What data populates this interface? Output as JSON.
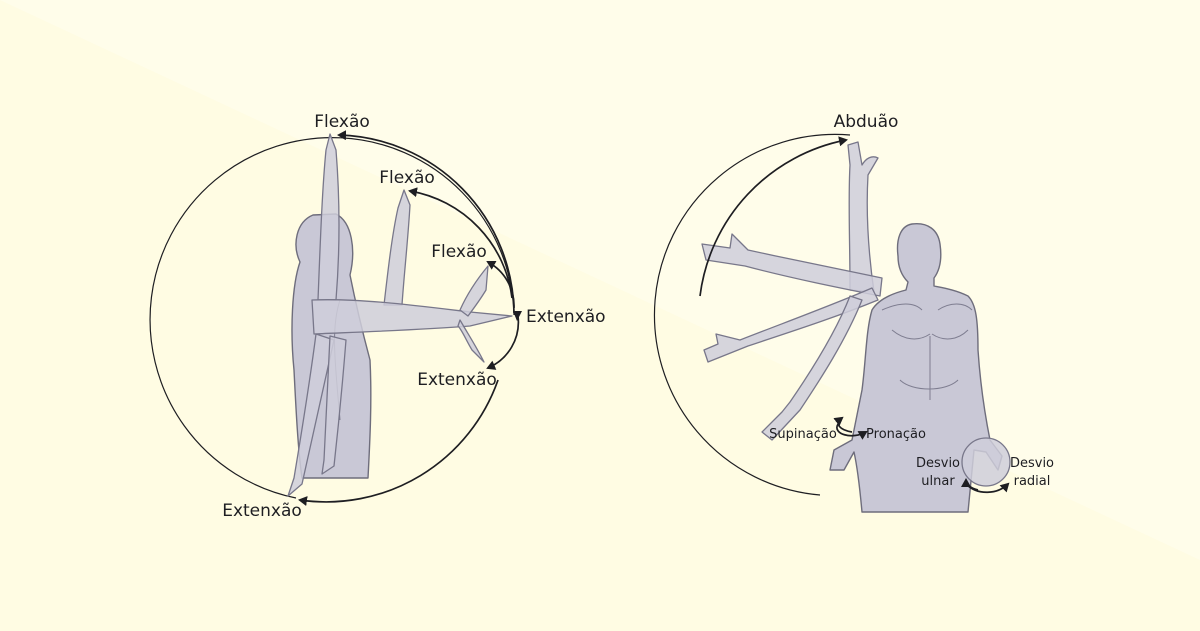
{
  "colors": {
    "background": "#fffce3",
    "background_light": "#fffdea",
    "figure_fill": "#c9c8d6",
    "figure_outline": "#6e6d7c",
    "arrow": "#1e1e22"
  },
  "left_diagram": {
    "labels": {
      "flexion_top": "Flexão",
      "flexion_mid": "Flexão",
      "flexion_small": "Flexão",
      "extension_right": "Extenxão",
      "extension_lower_right": "Extenxão",
      "extension_bottom": "Extenxão"
    }
  },
  "right_diagram": {
    "labels": {
      "abduction": "Abduão",
      "supination": "Supinação",
      "pronation": "Pronação",
      "ulnar_line1": "Desvio",
      "ulnar_line2": "ulnar",
      "radial_line1": "Desvio",
      "radial_line2": "radial"
    }
  }
}
